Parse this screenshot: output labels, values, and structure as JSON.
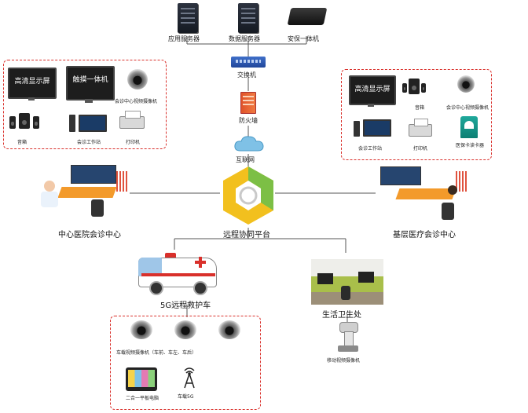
{
  "top": {
    "app_server": "应用服务器",
    "data_server": "数据服务器",
    "all_in_one": "安保一体机",
    "switch": "交换机",
    "firewall": "防火墙",
    "internet": "互联网"
  },
  "center": {
    "platform": "远程协同平台"
  },
  "left_box": {
    "screen_display": "高清显示屏",
    "terminal": "触摸一体机",
    "camera": "会诊中心视频摄像机",
    "speaker": "音箱",
    "workstation": "会诊工作站",
    "printer": "打印机"
  },
  "right_box": {
    "screen_display": "高清显示屏",
    "speaker": "音箱",
    "camera": "会诊中心视频摄像机",
    "workstation": "会诊工作站",
    "printer": "打印机",
    "reader": "医保卡读卡器"
  },
  "nodes": {
    "center_hospital": "中心医院会诊中心",
    "grassroots": "基层医疗会诊中心",
    "ambulance": "5G远程救护车",
    "clinic": "生活卫生处"
  },
  "bottom_box": {
    "cameras": "车载视频摄像机（车前、车左、车后）",
    "tablet": "二合一平板电脑",
    "antenna": "车载5G"
  },
  "clinic_camera": "移动视频摄像机",
  "colors": {
    "dash": "#d9302b",
    "platform_yellow": "#f2c01e",
    "platform_green": "#7cbf45",
    "line": "#555555"
  }
}
